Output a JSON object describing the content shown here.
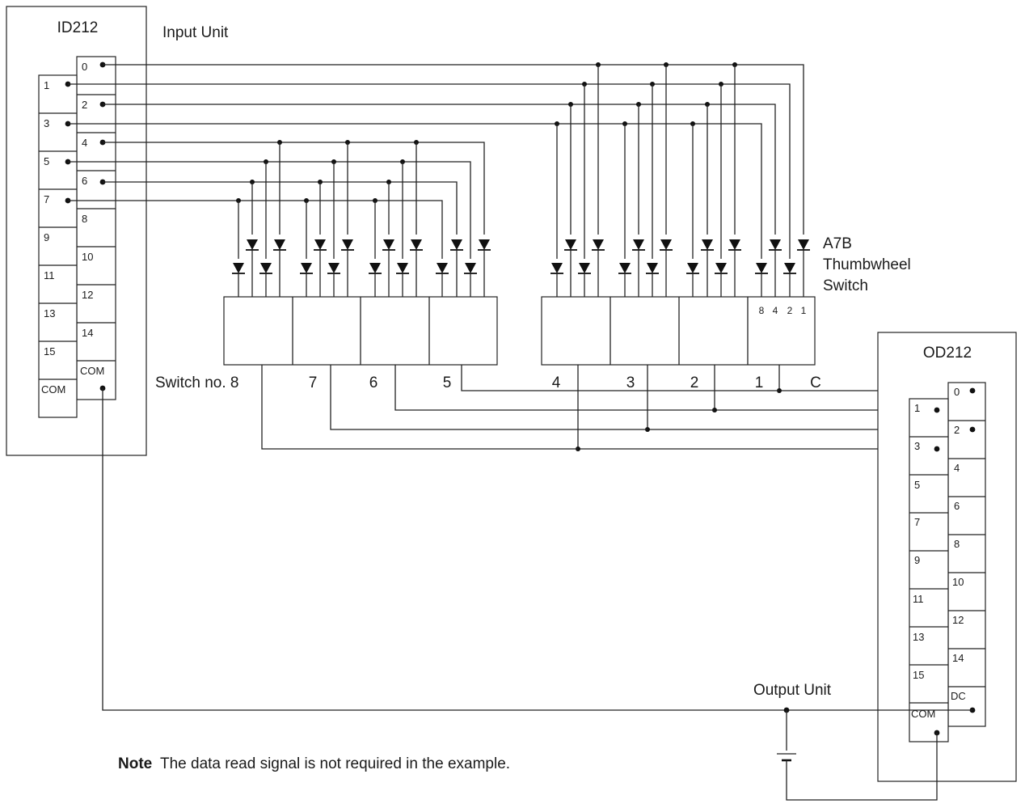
{
  "input_unit": {
    "model": "ID212",
    "caption": "Input Unit",
    "odd_terminals": [
      "1",
      "3",
      "5",
      "7",
      "9",
      "11",
      "13",
      "15",
      "COM"
    ],
    "even_terminals": [
      "0",
      "2",
      "4",
      "6",
      "8",
      "10",
      "12",
      "14",
      "COM"
    ]
  },
  "output_unit": {
    "model": "OD212",
    "caption": "Output Unit",
    "odd_terminals": [
      "1",
      "3",
      "5",
      "7",
      "9",
      "11",
      "13",
      "15",
      "COM"
    ],
    "even_terminals": [
      "0",
      "2",
      "4",
      "6",
      "8",
      "10",
      "12",
      "14",
      "DC"
    ]
  },
  "thumbwheel_switch": {
    "label_lines": [
      "A7B",
      "Thumbwheel",
      "Switch"
    ],
    "bits": [
      "8",
      "4",
      "2",
      "1"
    ],
    "switch_prefix": "Switch no. 8",
    "switch_numbers": [
      "7",
      "6",
      "5",
      "4",
      "3",
      "2",
      "1"
    ],
    "common_label": "C"
  },
  "note": {
    "label": "Note",
    "text": "The data read signal is not required in the example."
  }
}
